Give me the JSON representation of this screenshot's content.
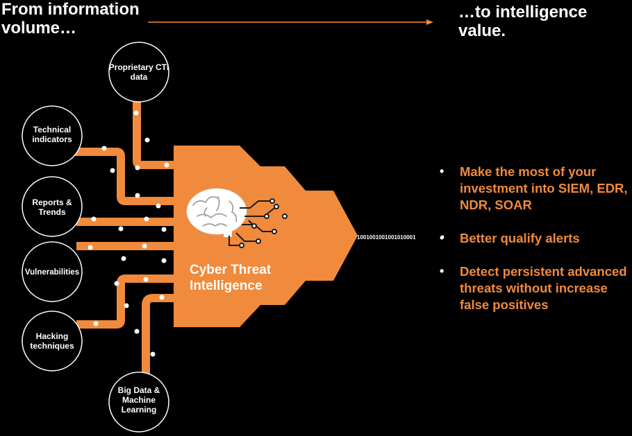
{
  "header": {
    "left_title": "From information volume…",
    "right_title": "…to intelligence value."
  },
  "sources": [
    {
      "id": "cti",
      "label": "Proprietary CTI data"
    },
    {
      "id": "tech",
      "label": "Technical indicators"
    },
    {
      "id": "reports",
      "label": "Reports & Trends"
    },
    {
      "id": "vuln",
      "label": "Vulnerabilities"
    },
    {
      "id": "hack",
      "label": "Hacking techniques"
    },
    {
      "id": "bigdata",
      "label": "Big Data & Machine Learning"
    }
  ],
  "center": {
    "title": "Cyber Threat Intelligence",
    "icon": "brain-circuit-icon"
  },
  "output_stream": "1001001001001010001",
  "benefits": [
    "Make the most of your investment into SIEM, EDR, NDR, SOAR",
    "Better qualify alerts",
    "Detect persistent advanced threats without increase false positives"
  ],
  "colors": {
    "accent": "#f08a3c",
    "background": "#000000",
    "text": "#ffffff"
  }
}
